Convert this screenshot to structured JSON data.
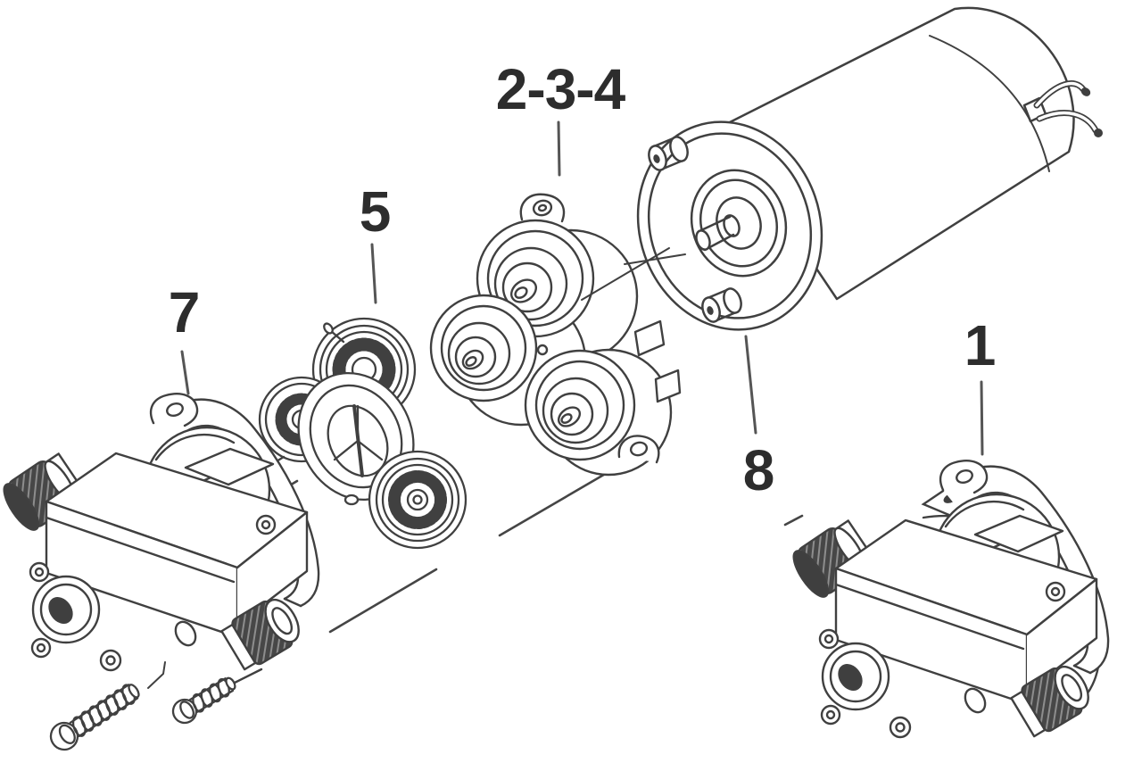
{
  "diagram": {
    "kind": "exploded-parts-diagram",
    "subject": "diaphragm-pump-assembly",
    "background_color": "#ffffff",
    "line_color": "#404040",
    "label_color": "#2d2d2d",
    "part_labels": [
      {
        "text": "2-3-4",
        "part": "valve-housing-assembly"
      },
      {
        "text": "5",
        "part": "drive-diaphragm-assembly"
      },
      {
        "text": "7",
        "part": "pump-head-housing"
      },
      {
        "text": "8",
        "part": "motor"
      },
      {
        "text": "1",
        "part": "complete-pump-assembly"
      }
    ]
  }
}
